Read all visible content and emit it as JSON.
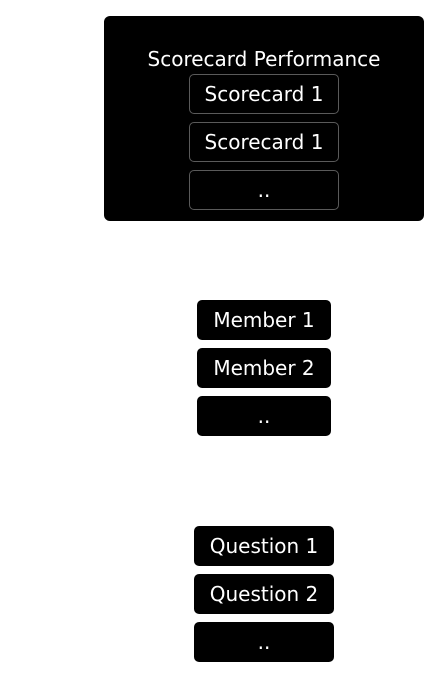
{
  "panel": {
    "title": "Scorecard Performance",
    "items": [
      {
        "label": "Scorecard 1"
      },
      {
        "label": "Scorecard 1"
      },
      {
        "label": ".."
      }
    ]
  },
  "members": {
    "items": [
      {
        "label": "Member 1"
      },
      {
        "label": "Member 2"
      },
      {
        "label": ".."
      }
    ]
  },
  "questions": {
    "items": [
      {
        "label": "Question 1"
      },
      {
        "label": "Question 2"
      },
      {
        "label": ".."
      }
    ]
  }
}
